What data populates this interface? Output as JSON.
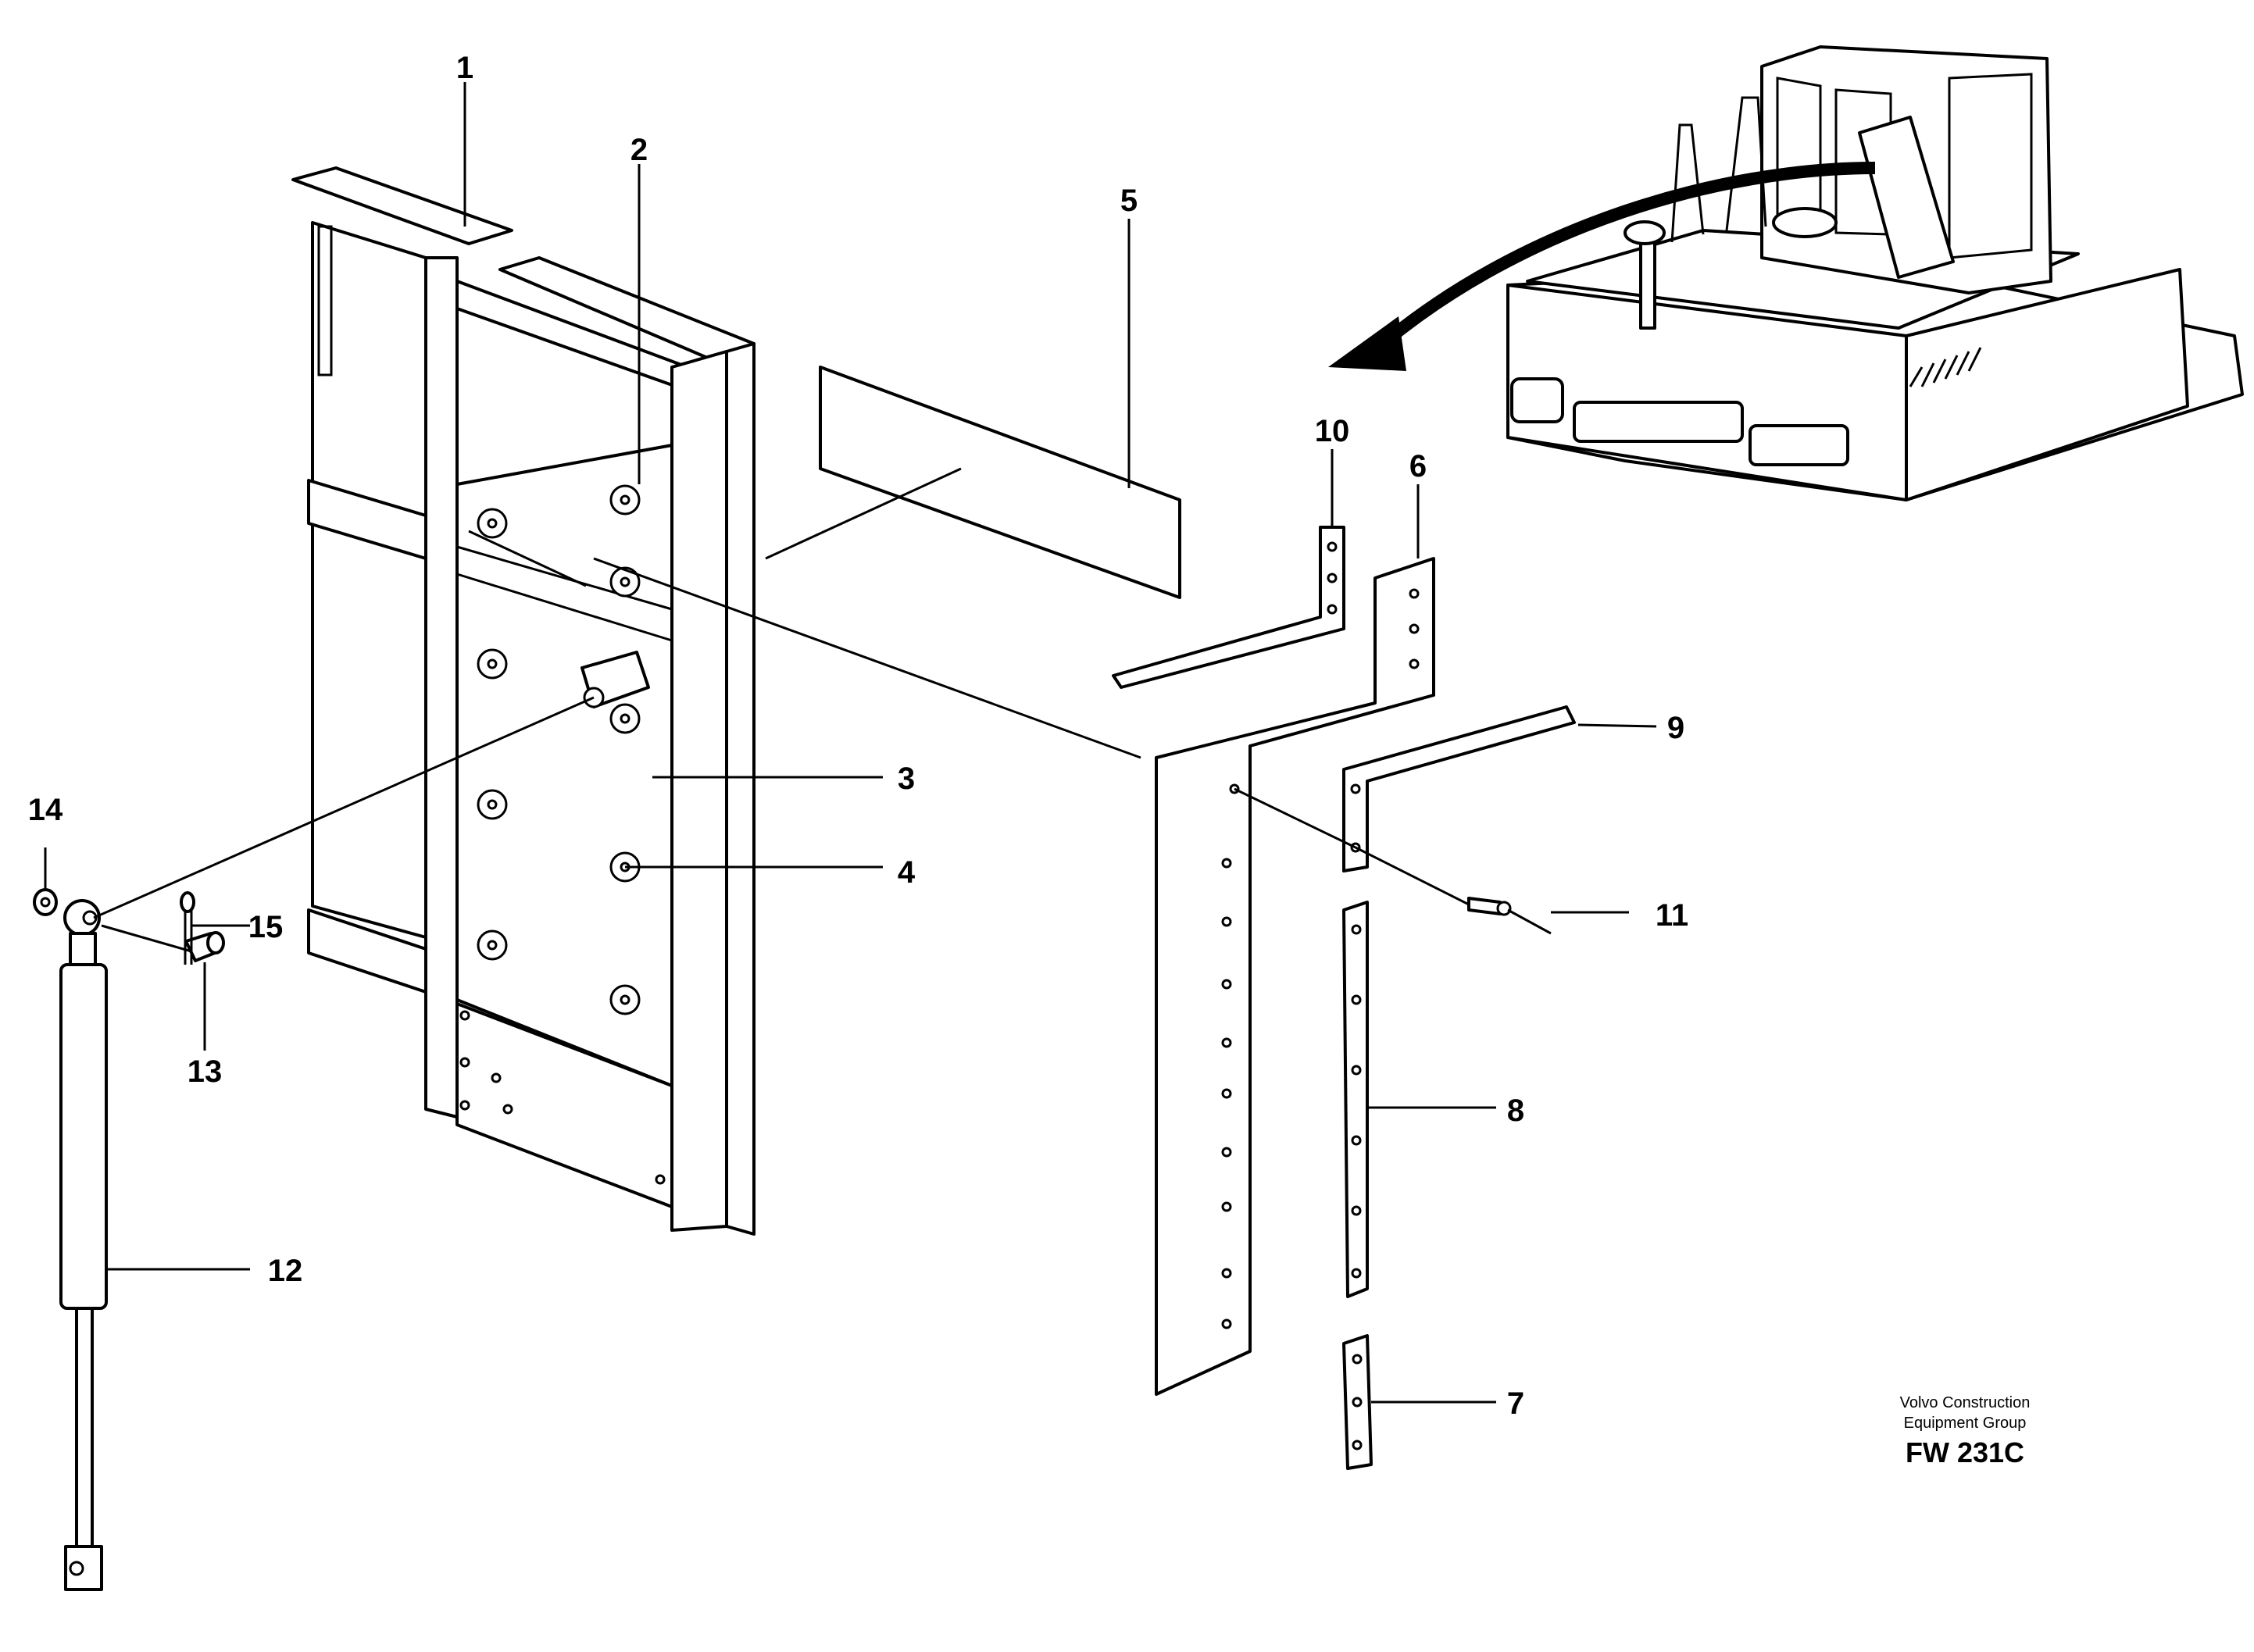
{
  "diagram": {
    "callouts": [
      "1",
      "2",
      "3",
      "4",
      "5",
      "6",
      "7",
      "8",
      "9",
      "10",
      "11",
      "12",
      "13",
      "14",
      "15"
    ]
  },
  "caption": {
    "line1": "Volvo Construction",
    "line2": "Equipment Group",
    "code": "FW 231C"
  }
}
